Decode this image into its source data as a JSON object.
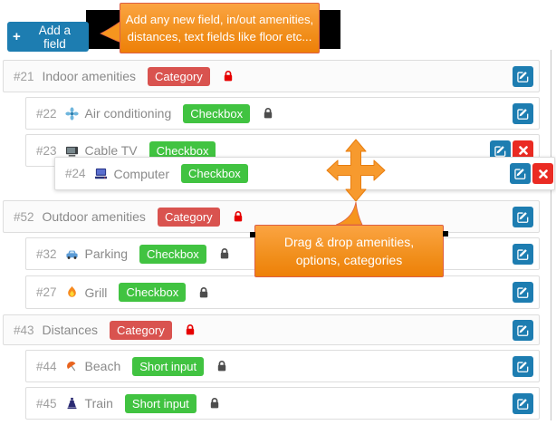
{
  "add_button": {
    "label": "Add a field",
    "plus_glyph": "+"
  },
  "tooltip_add": {
    "line1": "Add any new field, in/out amenities,",
    "line2": "distances, text fields like floor etc..."
  },
  "tooltip_drag": {
    "line1": "Drag & drop amenities,",
    "line2": "options, categories"
  },
  "rows": [
    {
      "id": "#21",
      "label": "Indoor amenities",
      "type": "Category",
      "icon": null,
      "locked": "red"
    },
    {
      "id": "#22",
      "label": "Air conditioning",
      "type": "Checkbox",
      "icon": "fan",
      "locked": "gray"
    },
    {
      "id": "#23",
      "label": "Cable TV",
      "type": "Checkbox",
      "icon": "tv",
      "locked": null
    },
    {
      "id": "#24",
      "label": "Computer",
      "type": "Checkbox",
      "icon": "computer",
      "locked": null
    },
    {
      "id": "#52",
      "label": "Outdoor amenities",
      "type": "Category",
      "icon": null,
      "locked": "red"
    },
    {
      "id": "#32",
      "label": "Parking",
      "type": "Checkbox",
      "icon": "car",
      "locked": "gray"
    },
    {
      "id": "#27",
      "label": "Grill",
      "type": "Checkbox",
      "icon": "fire",
      "locked": "gray"
    },
    {
      "id": "#43",
      "label": "Distances",
      "type": "Category",
      "icon": null,
      "locked": "red"
    },
    {
      "id": "#44",
      "label": "Beach",
      "type": "Short input",
      "icon": "beach",
      "locked": "gray"
    },
    {
      "id": "#45",
      "label": "Train",
      "type": "Short input",
      "icon": "train",
      "locked": "gray"
    }
  ],
  "colors": {
    "primary_blue": "#1d7db1",
    "category_red": "#d9534f",
    "field_green": "#41c341",
    "delete_red": "#ea2b23",
    "tooltip_orange": "#f18f1c",
    "lock_red": "#e60000",
    "lock_gray": "#4d4d4d"
  }
}
